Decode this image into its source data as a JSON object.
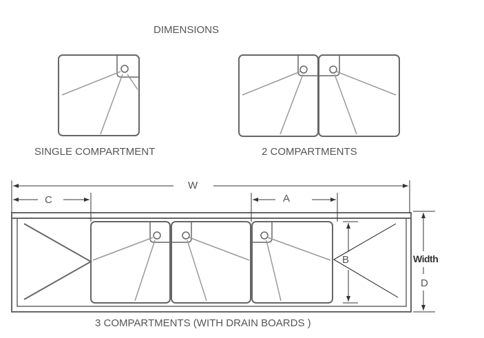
{
  "title": "DIMENSIONS",
  "single_label": "SINGLE COMPARTMENT",
  "double_label": "2 COMPARTMENTS",
  "triple_label": "3 COMPARTMENTS (WITH DRAIN BOARDS  )",
  "dims": {
    "w": "W",
    "c": "C",
    "a": "A",
    "b": "B",
    "width": "Width",
    "d": "D"
  }
}
